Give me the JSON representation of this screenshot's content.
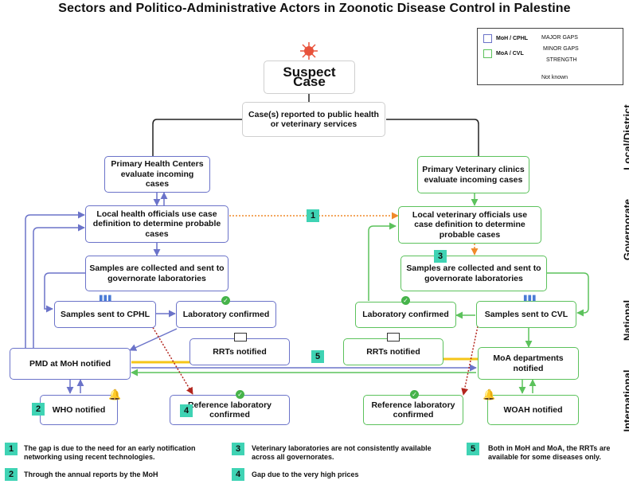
{
  "title": "Sectors and Politico-Administrative Actors in Zoonotic Disease Control in Palestine",
  "colors": {
    "moh": "#6b73c9",
    "moa": "#5cc25c",
    "major_gap": "#b3261e",
    "minor_gap": "#f08a2a",
    "not_known": "#f5c518",
    "number_badge": "#3fd3b4"
  },
  "legend": {
    "moh": "MoH / CPHL",
    "moa": "MoA / CVL",
    "major_gaps": "MAJOR GAPS",
    "minor_gaps": "MINOR GAPS",
    "strength": "STRENGTH",
    "not_known": "Not known"
  },
  "levels": {
    "local": "Local/District",
    "governorate": "Governorate",
    "national": "National",
    "international": "International"
  },
  "nodes": {
    "suspect": "Suspect Case",
    "reported": "Case(s) reported to public health or veterinary services",
    "phc": "Primary Health Centers evaluate incoming cases",
    "pvc": "Primary Veterinary clinics evaluate incoming cases",
    "local_health": "Local health officials use case definition to determine probable cases",
    "local_vet": "Local veterinary officials use case definition to determine probable cases",
    "samples_h": "Samples are collected and sent to governorate laboratories",
    "samples_v": "Samples are collected and sent to governorate laboratories",
    "cphl": "Samples sent to CPHL",
    "lab_h": "Laboratory confirmed",
    "lab_v": "Laboratory confirmed",
    "cvl": "Samples sent to CVL",
    "rrt_h": "RRTs notified",
    "rrt_v": "RRTs notified",
    "pmd": "PMD at MoH notified",
    "moa_dept": "MoA departments notified",
    "who": "WHO notified",
    "ref_h": "Reference laboratory confirmed",
    "ref_v": "Reference laboratory confirmed",
    "woah": "WOAH notified"
  },
  "badges": {
    "b1": "1",
    "b2": "2",
    "b3": "3",
    "b4": "4",
    "b5": "5"
  },
  "notes": {
    "n1": "The gap is due to the need for an early notification networking using recent technologies.",
    "n2": "Through the annual reports by the MoH",
    "n3": "Veterinary laboratories are not consistently available across all governorates.",
    "n4": "Gap due to the very high prices",
    "n5": "Both in MoH and MoA, the RRTs are available for some diseases only."
  },
  "icons": {
    "virus": "virus-icon",
    "check": "check-icon",
    "tubes": "test-tubes-icon",
    "monitor": "monitor-icon",
    "bell": "bell-icon"
  }
}
